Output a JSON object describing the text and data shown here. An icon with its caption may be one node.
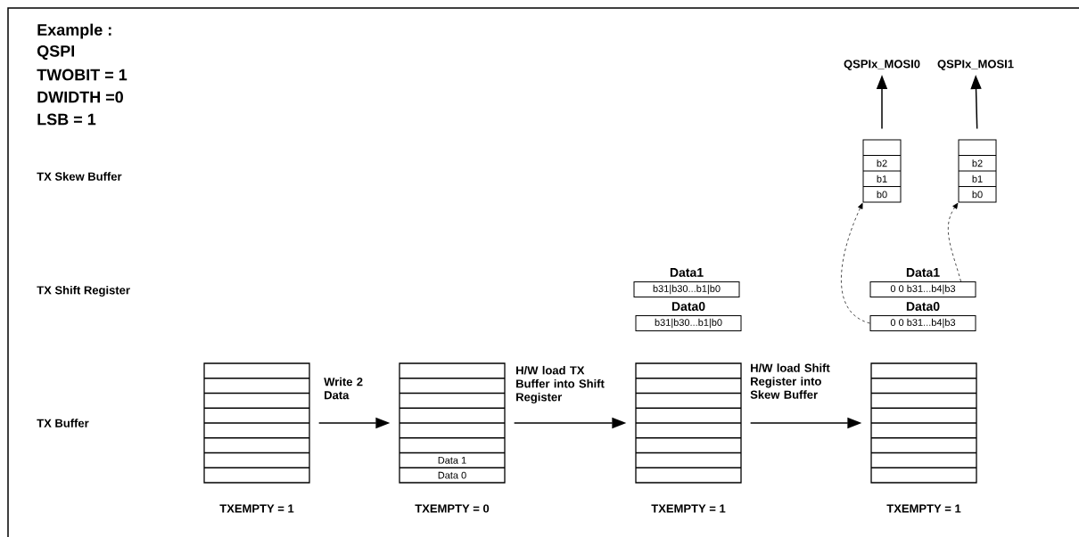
{
  "diagram": {
    "nodes": [
      {
        "text": [],
        "shape": "box",
        "beside": [
          "TXEMPTY = 1"
        ]
      },
      {
        "text": [
          "Data 1",
          "Data 0"
        ],
        "beside": [
          "TXEMPTY = 0"
        ]
      },
      {
        "text": [],
        "shape": "box",
        "beside": [
          "TXEMPTY = 1"
        ]
      },
      {
        "text": [],
        "shape": "box",
        "beside": [
          "TXEMPTY = 1"
        ]
      },
      {
        "text": [
          "Data1",
          "b31|b30...b1|b0"
        ]
      },
      {
        "text": [
          "Data0",
          "b31|b30...b1|b0"
        ]
      },
      {
        "text": [
          "Data1",
          "0 0 b31...b4|b3"
        ]
      },
      {
        "text": [
          "Data0",
          "0 0 b31...b4|b3"
        ]
      },
      {
        "text": [
          "b2",
          "b1",
          "b0"
        ]
      },
      {
        "text": [
          "b2",
          "b1",
          "b0"
        ]
      },
      {
        "text": [
          "QSPIx_MOSI0"
        ]
      },
      {
        "text": [
          "QSPIx_MOSI1"
        ]
      }
    ],
    "edges": [
      {
        "from": 0,
        "to": 1,
        "arrow": "to",
        "label": "Write 2 Data"
      },
      {
        "from": 1,
        "to": 2,
        "arrow": "to",
        "label": "H/W load TX Buffer into Shift Register"
      },
      {
        "from": 2,
        "to": 3,
        "arrow": "to",
        "label": "H/W load Shift Register into Skew Buffer"
      },
      {
        "from": 7,
        "to": 8,
        "arrow": "to",
        "style": "dashed"
      },
      {
        "from": 6,
        "to": 9,
        "arrow": "to",
        "style": "dashed"
      },
      {
        "from": 8,
        "to": 10,
        "arrow": "to"
      },
      {
        "from": 9,
        "to": 11,
        "arrow": "to"
      }
    ],
    "labels": [
      "Example :",
      "QSPI",
      "TWOBIT = 1",
      "DWIDTH =0",
      "LSB = 1",
      "TX Skew Buffer",
      "TX Shift Register",
      "TX Buffer"
    ]
  }
}
